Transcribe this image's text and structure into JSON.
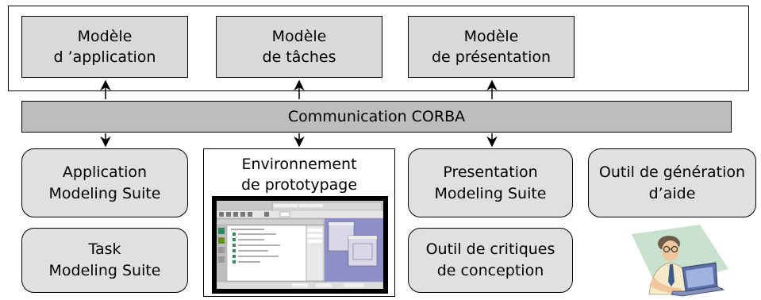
{
  "models": {
    "application": {
      "line1": "Modèle",
      "line2": "d ’application"
    },
    "tasks": {
      "line1": "Modèle",
      "line2": "de tâches"
    },
    "presentation": {
      "line1": "Modèle",
      "line2": "de présentation"
    }
  },
  "bus": {
    "label": "Communication CORBA"
  },
  "suites": {
    "application": {
      "line1": "Application",
      "line2": "Modeling Suite"
    },
    "task": {
      "line1": "Task",
      "line2": "Modeling Suite"
    },
    "presentation": {
      "line1": "Presentation",
      "line2": "Modeling Suite"
    },
    "critique": {
      "line1": "Outil de critiques",
      "line2": "de conception"
    },
    "help": {
      "line1": "Outil de génération",
      "line2": "d’aide"
    }
  },
  "environment": {
    "line1": "Environnement",
    "line2": "de prototypage"
  },
  "colors": {
    "model_fill": "#d9d9d9",
    "bus_fill": "#bdbdbd",
    "suite_fill": "#e0e0e0",
    "screen_frame": "#000000"
  },
  "icons": {
    "arrow": "double-headed-arrow-icon",
    "screenshot": "prototype-screenshot-icon",
    "clipart": "person-at-laptop-icon"
  }
}
